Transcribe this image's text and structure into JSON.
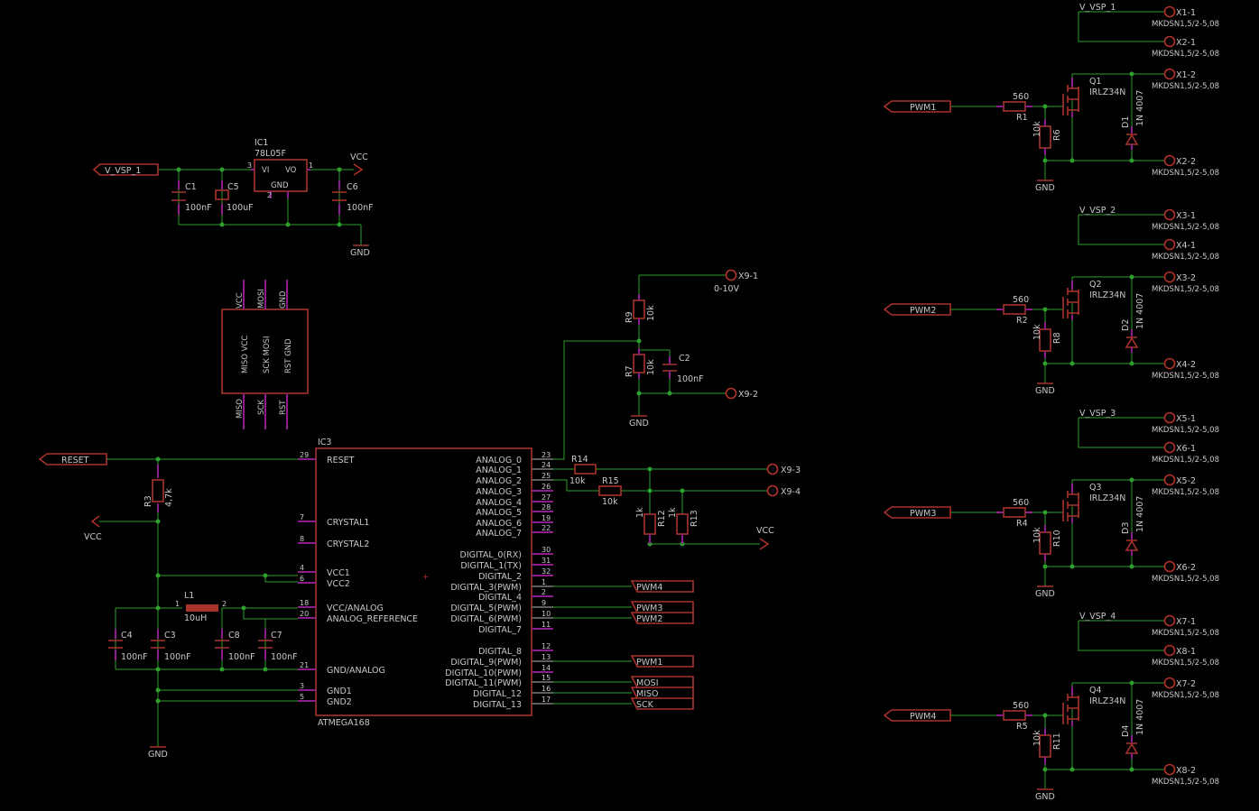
{
  "colors": {
    "background": "#000000",
    "wire": "#2ea02e",
    "body": "#a8322c",
    "pin": "#8c1e8c",
    "text": "#c8c8c8"
  },
  "supply": {
    "vsp_label": "V_VSP_1",
    "reg_name": "IC1",
    "reg_value": "78L05F",
    "reg_vi": "VI",
    "reg_vo": "VO",
    "reg_gnd": "GND",
    "pin1": "1",
    "pin2": "2",
    "pin3": "3",
    "vcc": "VCC",
    "gnd": "GND",
    "c1": "C1",
    "c1v": "100nF",
    "c5": "C5",
    "c5v": "100uF",
    "c6": "C6",
    "c6v": "100nF"
  },
  "isp": {
    "top_vcc": "VCC",
    "top_mosi": "MOSI",
    "top_gnd": "GND",
    "in_c1": "MISO VCC",
    "in_c2": "SCK MOSI",
    "in_c3": "RST GND",
    "bot_miso": "MISO",
    "bot_sck": "SCK",
    "bot_rst": "RST"
  },
  "mcu": {
    "name": "IC3",
    "value": "ATMEGA168",
    "left_pins": [
      {
        "num": "29",
        "label": "RESET"
      },
      {
        "num": "7",
        "label": "CRYSTAL1"
      },
      {
        "num": "8",
        "label": "CRYSTAL2"
      },
      {
        "num": "4",
        "label": "VCC1"
      },
      {
        "num": "6",
        "label": "VCC2"
      },
      {
        "num": "18",
        "label": "VCC/ANALOG"
      },
      {
        "num": "20",
        "label": "ANALOG_REFERENCE"
      },
      {
        "num": "21",
        "label": "GND/ANALOG"
      },
      {
        "num": "3",
        "label": "GND1"
      },
      {
        "num": "5",
        "label": "GND2"
      }
    ],
    "right_pins": [
      {
        "num": "23",
        "label": "ANALOG_0"
      },
      {
        "num": "24",
        "label": "ANALOG_1"
      },
      {
        "num": "25",
        "label": "ANALOG_2"
      },
      {
        "num": "26",
        "label": "ANALOG_3"
      },
      {
        "num": "27",
        "label": "ANALOG_4"
      },
      {
        "num": "28",
        "label": "ANALOG_5"
      },
      {
        "num": "19",
        "label": "ANALOG_6"
      },
      {
        "num": "22",
        "label": "ANALOG_7"
      },
      {
        "num": "30",
        "label": "DIGITAL_0(RX)"
      },
      {
        "num": "31",
        "label": "DIGITAL_1(TX)"
      },
      {
        "num": "32",
        "label": "DIGITAL_2"
      },
      {
        "num": "1",
        "label": "DIGITAL_3(PWM)"
      },
      {
        "num": "2",
        "label": "DIGITAL_4"
      },
      {
        "num": "9",
        "label": "DIGITAL_5(PWM)"
      },
      {
        "num": "10",
        "label": "DIGITAL_6(PWM)"
      },
      {
        "num": "11",
        "label": "DIGITAL_7"
      },
      {
        "num": "12",
        "label": "DIGITAL_8"
      },
      {
        "num": "13",
        "label": "DIGITAL_9(PWM)"
      },
      {
        "num": "14",
        "label": "DIGITAL_10(PWM)"
      },
      {
        "num": "15",
        "label": "DIGITAL_11(PWM)"
      },
      {
        "num": "16",
        "label": "DIGITAL_12"
      },
      {
        "num": "17",
        "label": "DIGITAL_13"
      }
    ],
    "net_labels": [
      "PWM4",
      "PWM3",
      "PWM2",
      "PWM1",
      "MOSI",
      "MISO",
      "SCK"
    ]
  },
  "reset": {
    "label": "RESET",
    "r_name": "R3",
    "r_value": "4,7k",
    "vcc": "VCC",
    "gnd": "GND",
    "l_name": "L1",
    "l_value": "10uH",
    "l_p1": "1",
    "l_p2": "2",
    "caps": [
      {
        "name": "C4",
        "value": "100nF"
      },
      {
        "name": "C3",
        "value": "100nF"
      },
      {
        "name": "C8",
        "value": "100nF"
      },
      {
        "name": "C7",
        "value": "100nF"
      }
    ]
  },
  "analog": {
    "x91": "X9-1",
    "range": "0-10V",
    "x92": "X9-2",
    "x93": "X9-3",
    "x94": "X9-4",
    "r9": "R9",
    "r9v": "10k",
    "r7": "R7",
    "r7v": "10k",
    "c2": "C2",
    "c2v": "100nF",
    "gnd": "GND",
    "r14": "R14",
    "r14v": "10k",
    "r15": "R15",
    "r15v": "10k",
    "r12": "R12",
    "r12v": "1k",
    "r13": "R13",
    "r13v": "1k",
    "vcc": "VCC"
  },
  "channels": [
    {
      "vsp": "V_VSP_1",
      "xa": "X1-1",
      "xb": "X2-1",
      "xc": "X1-2",
      "xd": "X2-2",
      "term": "MKDSN1,5/2-5,08",
      "q": "Q1",
      "qv": "IRLZ34N",
      "pwm": "PWM1",
      "r": "R1",
      "rv": "560",
      "rg": "R6",
      "rgv": "10k",
      "d": "D1",
      "dv": "1N 4007",
      "gnd": "GND"
    },
    {
      "vsp": "V_VSP_2",
      "xa": "X3-1",
      "xb": "X4-1",
      "xc": "X3-2",
      "xd": "X4-2",
      "term": "MKDSN1,5/2-5,08",
      "q": "Q2",
      "qv": "IRLZ34N",
      "pwm": "PWM2",
      "r": "R2",
      "rv": "560",
      "rg": "R8",
      "rgv": "10k",
      "d": "D2",
      "dv": "1N 4007",
      "gnd": "GND"
    },
    {
      "vsp": "V_VSP_3",
      "xa": "X5-1",
      "xb": "X6-1",
      "xc": "X5-2",
      "xd": "X6-2",
      "term": "MKDSN1,5/2-5,08",
      "q": "Q3",
      "qv": "IRLZ34N",
      "pwm": "PWM3",
      "r": "R4",
      "rv": "560",
      "rg": "R10",
      "rgv": "10k",
      "d": "D3",
      "dv": "1N 4007",
      "gnd": "GND"
    },
    {
      "vsp": "V_VSP_4",
      "xa": "X7-1",
      "xb": "X8-1",
      "xc": "X7-2",
      "xd": "X8-2",
      "term": "MKDSN1,5/2-5,08",
      "q": "Q4",
      "qv": "IRLZ34N",
      "pwm": "PWM4",
      "r": "R5",
      "rv": "560",
      "rg": "R11",
      "rgv": "10k",
      "d": "D4",
      "dv": "1N 4007",
      "gnd": "GND"
    }
  ]
}
